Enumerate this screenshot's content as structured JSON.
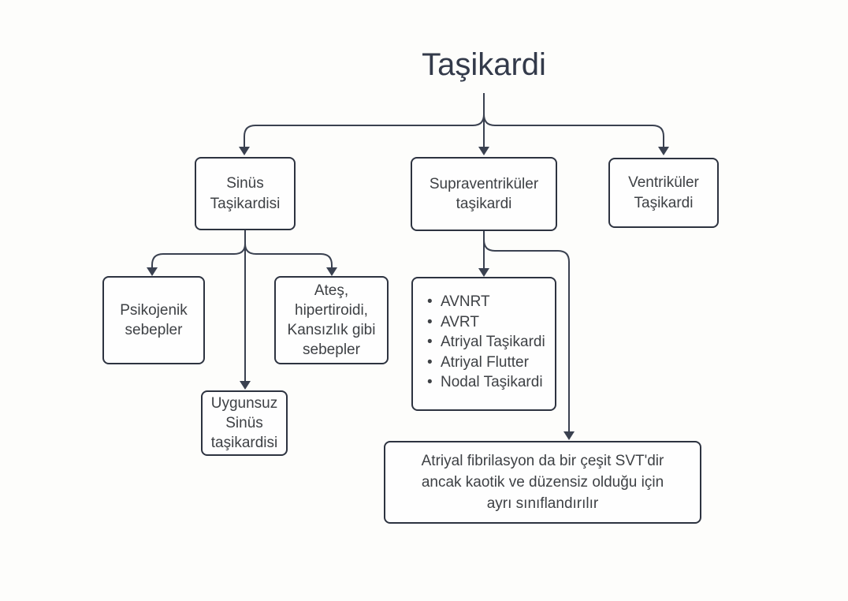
{
  "diagram": {
    "title": "Taşikardi",
    "nodes": {
      "sinus": {
        "label": "Sinüs\nTaşikardisi"
      },
      "supraventrikuler": {
        "label": "Supraventriküler\ntaşikardi"
      },
      "ventrikuler": {
        "label": "Ventriküler\nTaşikardi"
      },
      "psikojenik": {
        "label": "Psikojenik\nsebepler"
      },
      "ates": {
        "label": "Ateş,\nhipertiroidi,\nKansızlık gibi\nsebepler"
      },
      "uygunsuz": {
        "label": "Uygunsuz\nSinüs\ntaşikardisi"
      },
      "svt_types": {
        "items": [
          "AVNRT",
          "AVRT",
          "Atriyal Taşikardi",
          "Atriyal Flutter",
          "Nodal Taşikardi"
        ]
      },
      "afib_note": {
        "label": "Atriyal fibrilasyon da bir çeşit SVT'dir\nancak kaotik ve düzensiz olduğu için\nayrı sınıflandırılır"
      }
    },
    "edges": [
      {
        "from": "Taşikardi",
        "to": "Sinüs Taşikardisi"
      },
      {
        "from": "Taşikardi",
        "to": "Supraventriküler taşikardi"
      },
      {
        "from": "Taşikardi",
        "to": "Ventriküler Taşikardi"
      },
      {
        "from": "Sinüs Taşikardisi",
        "to": "Psikojenik sebepler"
      },
      {
        "from": "Sinüs Taşikardisi",
        "to": "Ateş, hipertiroidi, Kansızlık gibi sebepler"
      },
      {
        "from": "Sinüs Taşikardisi",
        "to": "Uygunsuz Sinüs taşikardisi"
      },
      {
        "from": "Supraventriküler taşikardi",
        "to": "SVT alt tipleri listesi"
      },
      {
        "from": "Supraventriküler taşikardi",
        "to": "Atriyal fibrilasyon notu"
      }
    ],
    "colors": {
      "background": "#fdfdfb",
      "box_fill": "#fefefe",
      "box_border": "#2d3340",
      "connector": "#3a4150",
      "text": "#3e4145",
      "title_text": "#333a4a"
    }
  }
}
